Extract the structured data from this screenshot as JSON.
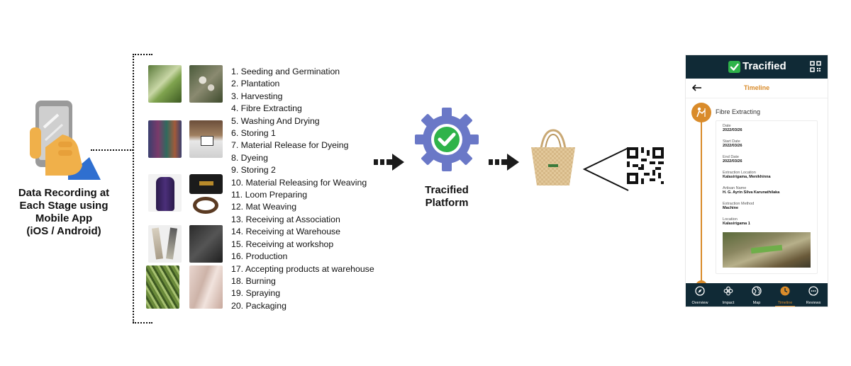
{
  "left": {
    "caption": "Data Recording at\nEach Stage using\nMobile App\n(iOS / Android)"
  },
  "steps": [
    "1. Seeding and Germination",
    "2. Plantation",
    "3. Harvesting",
    "4. Fibre Extracting",
    "5. Washing And Drying",
    "6. Storing 1",
    "7. Material Release for Dyeing",
    "8. Dyeing",
    "9. Storing 2",
    "10. Material Releasing for Weaving",
    "11. Loom Preparing",
    "12. Mat Weaving",
    "13. Receiving at Association",
    "14. Receiving at Warehouse",
    "15. Receiving at workshop",
    "16. Production",
    "17. Accepting products at warehouse",
    "18. Burning",
    "19. Spraying",
    "20. Packaging"
  ],
  "platform": {
    "label": "Tracified\nPlatform"
  },
  "app": {
    "brand": "Tracified",
    "back_icon": "back-arrow-icon",
    "timeline_title": "Timeline",
    "stage_name": "Fibre Extracting",
    "fields": [
      {
        "label": "Date",
        "value": "2022/03/26"
      },
      {
        "label": "Start Date",
        "value": "2022/03/26"
      },
      {
        "label": "End Date",
        "value": "2022/03/26"
      },
      {
        "label": "Extraction Location",
        "value": "Kalasirigama, Menikhinna"
      },
      {
        "label": "Artisan Name",
        "value": "H. G. Ayrin Silva Karunathilaka"
      },
      {
        "label": "Extraction Method",
        "value": "Machine"
      },
      {
        "label": "Location",
        "value": "Kalasirigama 1"
      }
    ],
    "nav": [
      {
        "label": "Overview",
        "icon": "compass-icon"
      },
      {
        "label": "Impact",
        "icon": "flower-icon"
      },
      {
        "label": "Map",
        "icon": "globe-icon"
      },
      {
        "label": "Timeline",
        "icon": "clock-icon"
      },
      {
        "label": "Reviews",
        "icon": "chat-icon"
      }
    ],
    "colors": {
      "header": "#102a36",
      "accent": "#d98b2a",
      "brand_check": "#2fb34a"
    }
  }
}
